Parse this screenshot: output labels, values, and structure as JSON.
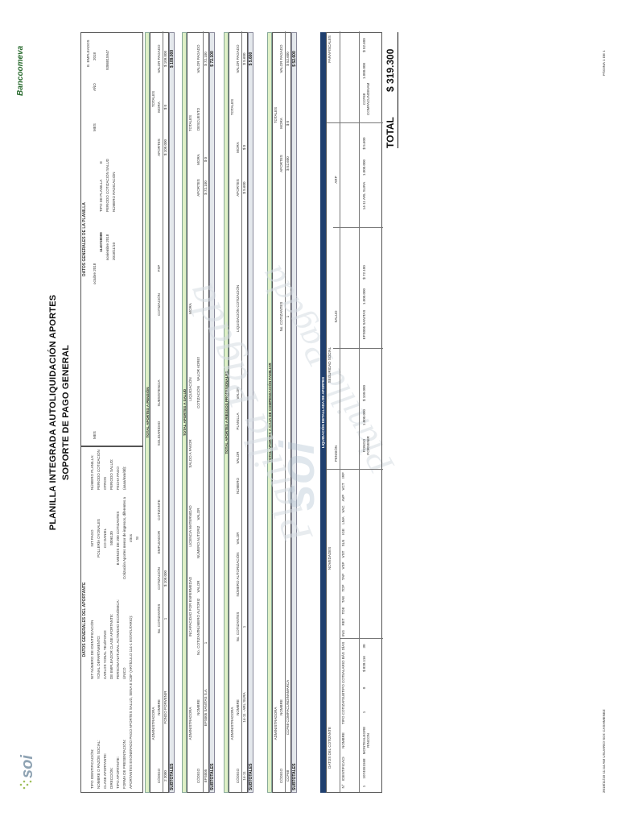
{
  "header": {
    "title1": "PLANILLA INTEGRADA AUTOLIQUIDACIÓN APORTES",
    "title2": "SOPORTE DE PAGO GENERAL",
    "logo_right": "Bancoomeva"
  },
  "aportante": {
    "heading": "DATOS GENERALES DEL APORTANTE",
    "labels": [
      "TIPO IDENTIFICACIÓN:",
      "NOMBRE O RAZÓN SOCIAL:",
      "CLASE APORTANTE:",
      "DIRECCIÓN:",
      "TIPO APORTANTE:",
      "FORMA DE PRESENTACIÓN:",
      "APORTANTES EXONERADO PAGO APORTES SALUD, SENA E ICBF (ARTÍCULO 114-1 ESTATUTARIO):"
    ],
    "values": [
      "NIT  NÚMERO DE IDENTIFICACIÓN",
      "YONAL  DEPARTAMENTO:",
      "CARLOS YONAL  TELÉFONO:",
      "DE EMPLEADOR  CLASE APORTANTE:",
      "PERSONA NATURAL  ACTIVIDAD ECONÓMICA:",
      "ÚNICO"
    ],
    "right_labels": [
      "NIT PAGO",
      "POLLERÍA OYONALES",
      "CO DANIEL",
      "5006130",
      "B MENOS DE 200 COTIZANTES",
      "Cotización Aportes menor de ingresos, diferentes a otros"
    ],
    "mid_labels": [
      "NÚMERO PLANILLA:",
      "PERIODO COTIZACIÓN OTROS",
      "PERIODO SALUD:",
      "FECHA PAGO (aaaa/mm/dd):"
    ],
    "flag": "SI"
  },
  "planilla": {
    "heading": "DATOS GENERALES DE LA PLANILLA",
    "numero": "1140728089",
    "tipo_label": "TIPO DE PLANILLA",
    "tipo": "E",
    "mes_label": "MES",
    "anio_label": "AÑO",
    "mes_anio": "octubre 2018",
    "periodo_salud_label": "PERIODO COTIZACIÓN SALUD",
    "periodo_salud": "noviembre 2018",
    "radicacion_label": "NÚMERO RADICACIÓN",
    "radicacion": "9386815947",
    "fecha_pago": "2018/11/10",
    "empleados_label": "E. EMPLEADOS",
    "empleados": "2018"
  },
  "sections": {
    "pension": "TOTAL APORTES A PENSIÓN",
    "salud": "TOTAL APORTES A SALUD",
    "riesgos": "TOTAL APORTES A RIESGOS PROFESIONALES",
    "caja": "TOTAL APORTES A CAJA DE COMPENSACIÓN FAMILIAR",
    "liquidacion": "LIQUIDACIÓN DETALLADA DE APORTES"
  },
  "pension_table": {
    "admin_heading": "ADMINISTRADORA",
    "cols": [
      "CÓDIGO",
      "NOMBRE",
      "No. COTIZANTES",
      "COTIZACIÓN",
      "EMPLEADOR",
      "COTIZANTE",
      "SOLIDARIDAD",
      "SUBSISTENCIA",
      "COTIZACIÓN",
      "FSP",
      "APORTES",
      "MORA",
      "VALOR PAGADO"
    ],
    "row": {
      "codigo": "2 3000",
      "nombre": "FONDO PORVENIR",
      "cotizantes": "1",
      "cotizacion": "$ 109.000",
      "aportes": "$ 109.000",
      "mora": "$ 0",
      "valor": "$ 109.000"
    },
    "subtotal_label": "SUBTOTALES",
    "subtotal": "$ 109.000",
    "totales": "TOTALES"
  },
  "salud_table": {
    "admin_heading": "ADMINISTRADORA",
    "cols": [
      "CÓDIGO",
      "NOMBRE",
      "No. COTIZANTES",
      "NÚMERO AUTORIZACIÓN",
      "VALOR",
      "NÚMERO AUTORIZACIÓN",
      "VALOR",
      "COTIZACIÓN",
      "VALOR ADRES",
      "APORTES",
      "MORA",
      "DESCUENTO",
      "VALOR PAGADO"
    ],
    "groups": [
      "INCAPACIDAD POR ENFERMEDAD",
      "LICENCIA MATERNIDAD",
      "SALDO A FAVOR",
      "LIQUIDACIÓN",
      "MORA"
    ],
    "row": {
      "codigo": "EPS005",
      "nombre": "EPS005 SANITAS S.A.",
      "cotizantes": "1",
      "aportes": "$ 72.100",
      "mora": "$ 0",
      "valor": "$ 72.100"
    },
    "subtotal_label": "SUBTOTALES",
    "subtotal": "$ 72.100",
    "totales": "TOTALES"
  },
  "riesgos_table": {
    "admin_heading": "ADMINISTRADORA",
    "cols": [
      "CÓDIGO",
      "NOMBRE",
      "No. COTIZANTES",
      "NÚMERO AUTORIZACIÓN",
      "VALOR",
      "NÚMERO",
      "VALOR",
      "PLANILLA",
      "VALOR",
      "LIQUIDACIÓN COTIZACIÓN",
      "APORTES",
      "MORA",
      "VALOR PAGADO"
    ],
    "row": {
      "codigo": "14-11",
      "nombre": "14-11 - ARL SURA",
      "cotizantes": "1",
      "aportes": "$ 5.600",
      "mora": "$ 0",
      "valor": "$ 5.600"
    },
    "subtotal_label": "SUBTOTALES",
    "subtotal": "$ 5.600",
    "totales": "TOTALES"
  },
  "caja_table": {
    "admin_heading": "ADMINISTRADORA",
    "cols": [
      "CÓDIGO",
      "NOMBRE",
      "No. COTIZANTES",
      "APORTES",
      "MORA",
      "VALOR PAGADO"
    ],
    "row": {
      "codigo": "CCF68",
      "nombre": "CCF68 COMFACUNDINAMARCA",
      "cotizantes": "1",
      "aportes": "$ 52.600",
      "mora": "$ 0",
      "valor": "$ 52.600"
    },
    "subtotal_label": "SUBTOTALES",
    "subtotal": "$ 52.600",
    "totales": "TOTALES"
  },
  "detalle": {
    "datos_cotizante": "DATOS DEL COTIZANTE",
    "novedades": "NOVEDADES",
    "seguridad_social": "SEGURIDAD SOCIAL",
    "pension": "PENSIÓN",
    "salud": "SALUD",
    "arp": "ARP",
    "parafiscales": "PARAFISCALES",
    "cols_cotizante": [
      "N°",
      "IDENTIFICACIÓN",
      "NOMBRE",
      "TIPO COTIZANTE",
      "SUBTIPO COTIZANTE",
      "SALARIO BÁSICO",
      "DÍAS",
      "ING",
      "RET"
    ],
    "novedad_cols": [
      "ING",
      "RET",
      "TDE",
      "TAE",
      "TDP",
      "TAP",
      "VSP",
      "VST",
      "SLN",
      "IGE",
      "LMA",
      "VAC",
      "AVP",
      "VCT",
      "IRP"
    ],
    "row": {
      "n": "1",
      "identificacion": "1074551568",
      "nombre": "MONTEALEGRE RINCON",
      "tipo": "1",
      "subtipo": "0",
      "salario": "$ 828.116",
      "dias": "30",
      "admin_pension": "FONDO PORVENIR",
      "ibc": "1.000.000",
      "cotizacion_pension": "$ 109.000",
      "admin_salud": "EPS005 SANITAS",
      "ibc_salud": "1.000.000",
      "cotizacion_salud": "$ 72.100",
      "admin_arp": "14-11 ARL SURA",
      "ibc_arp": "1.000.000",
      "cotizacion_arp": "$ 5.600",
      "admin_caja": "CCF68 COMFACUNDINAMARCA",
      "ibc_caja": "1.000.000",
      "cotizacion_caja": "$ 52.600"
    },
    "total_label": "TOTAL",
    "total_value": "$ 319.300"
  },
  "footer": {
    "left": "2018/11/10  11:44 AM    USUARIO SOI: CASHMENEZ",
    "right": "PÁGINA 1 DE 1"
  },
  "watermark": "Planilla Pagada",
  "colors": {
    "section_green": "#dff0c6",
    "subtotal_gray": "#e4e8ec",
    "liquidacion_blue": "#1f3f6e"
  }
}
